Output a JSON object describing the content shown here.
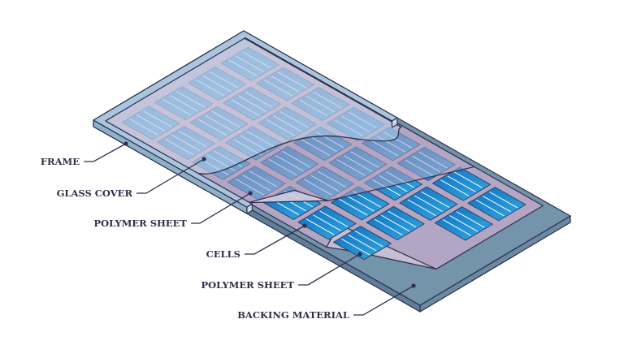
{
  "labels": {
    "frame": "FRAME",
    "glass_cover": "GLASS COVER",
    "polymer_sheet_top": "POLYMER SHEET",
    "cells": "CELLS",
    "polymer_sheet_bottom": "POLYMER SHEET",
    "backing_material": "BACKING MATERIAL"
  },
  "colors": {
    "outline": "#2f2f4b",
    "backing": "#7494ac",
    "polymer": "#b3a5c4",
    "cell": "#1f8fd6",
    "frame": "#a9c6de",
    "glass": "#9fd0f0"
  }
}
